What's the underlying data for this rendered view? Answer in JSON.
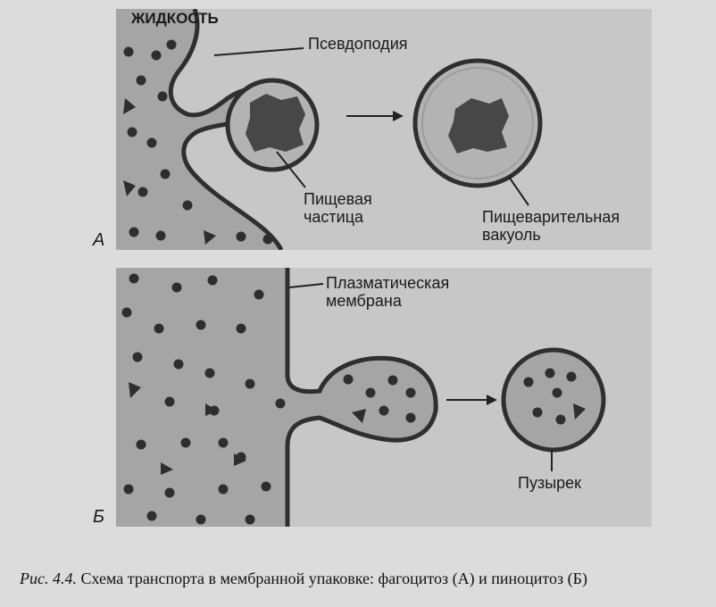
{
  "panel_a": {
    "letter": "А",
    "fluid_label": "ЖИДКОСТЬ",
    "pseudopod_label": "Псевдоподия",
    "particle_label": "Пищевая частица",
    "vacuole_label": "Пищеварительная вакуоль"
  },
  "panel_b": {
    "letter": "Б",
    "membrane_label": "Плазматическая мембрана",
    "vesicle_label": "Пузырек"
  },
  "caption": {
    "figure_number": "Рис. 4.4.",
    "text": " Схема транспорта в мембранной упаковке: фагоцитоз (А) и пиноцитоз (Б)"
  },
  "colors": {
    "fluid": "#a3a3a3",
    "cell": "#c4c4c4",
    "membrane": "#3a3a3a",
    "particle": "#4a4a4a",
    "dot": "#2e2e2e"
  }
}
